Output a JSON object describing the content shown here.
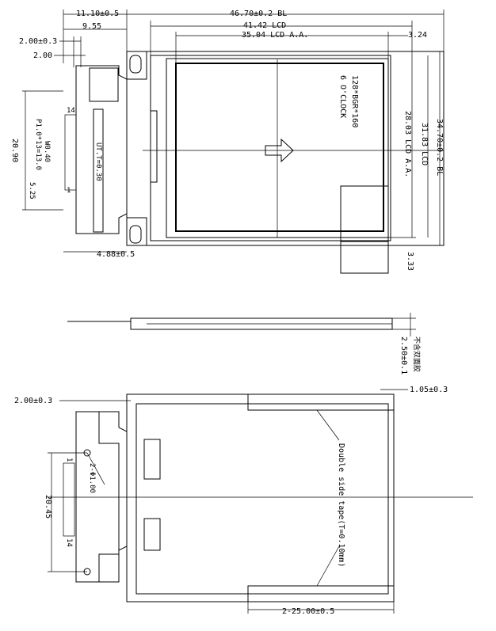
{
  "top_view": {
    "dim_panel_offset": "11.10±0.5",
    "dim_fpc_width": "9.55",
    "dim_bl_width": "46.70±0.2 BL",
    "dim_lcd_width": "41.42 LCD",
    "dim_aa_width": "35.04 LCD A.A.",
    "dim_aa_right_offset": "3.24",
    "dim_tab_gap": "2.00±0.3",
    "dim_tab_width": "2.00",
    "dim_fpc_height": "20.90",
    "pin_pitch_note": "P1.0*13=13.0",
    "pin_width_note": "W0.40",
    "dim_pin_offset": "5.25",
    "pin_first": "14",
    "pin_last": "1",
    "fpc_label": "UT.T=0.30",
    "dim_bottom_offset": "4.88±0.5",
    "resolution_label": "128*BGR*160",
    "viewing_label": "6 O'CLOCK",
    "dim_aa_height": "28.03 LCD A.A.",
    "dim_lcd_height": "31.83 LCD",
    "dim_bl_height": "34.70±0.2 BL",
    "dim_bottom_right": "3.33"
  },
  "side_view": {
    "dim_thickness": "2.50±0.1",
    "thickness_note": "不含双面胶"
  },
  "bottom_view": {
    "dim_tab_gap": "2.00±0.3",
    "dim_right_offset": "1.05±0.3",
    "pin_first": "1",
    "pin_last": "14",
    "hole_label": "2-Φ1.00",
    "dim_hole_spacing": "20.45",
    "tape_label": "Double side tape(T=0.10mm)",
    "dim_tape_width": "2-25.00±0.5"
  }
}
